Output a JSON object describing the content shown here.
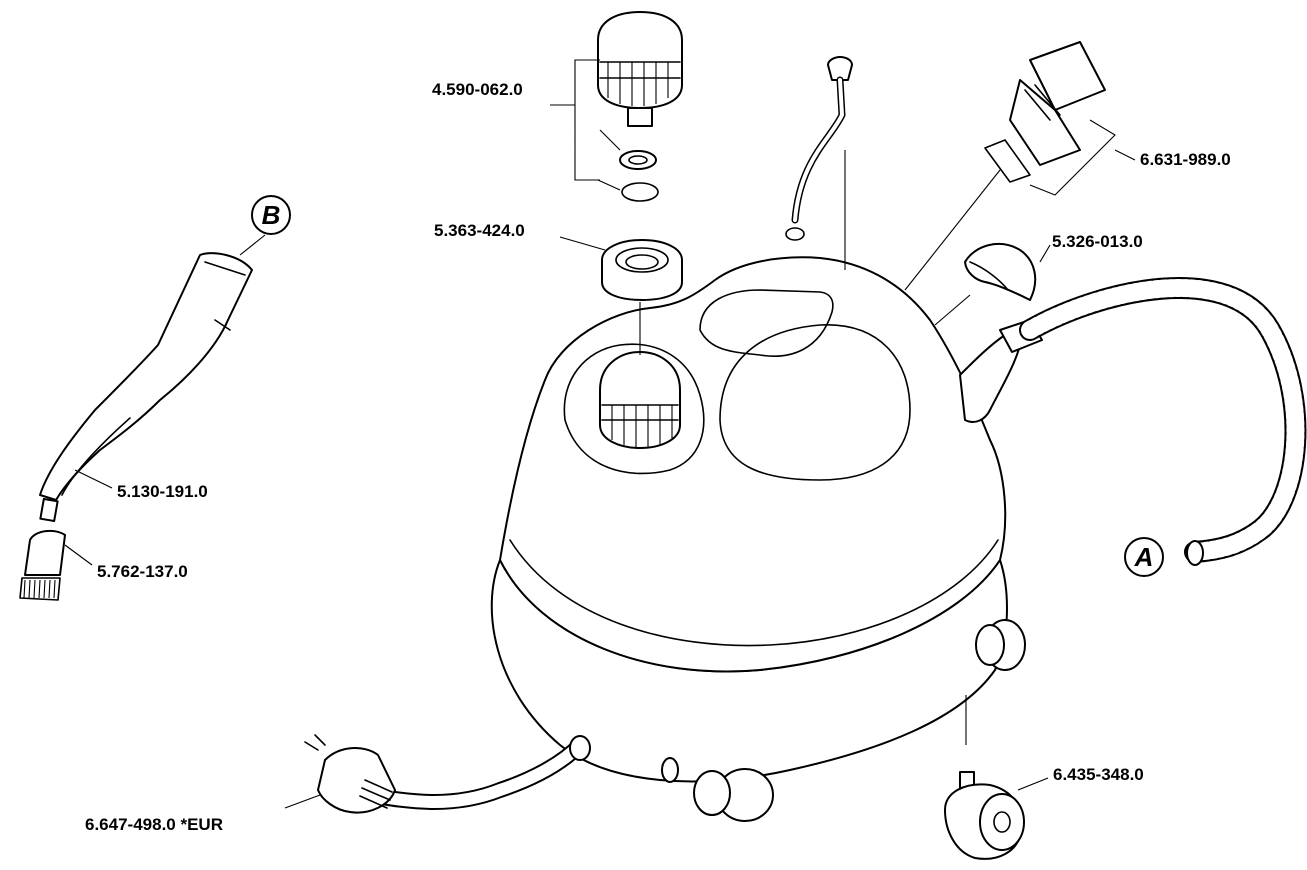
{
  "parts": {
    "cap": "4.590-062.0",
    "cap_seal": "5.363-424.0",
    "switch": "6.631-989.0",
    "cover": "5.326-013.0",
    "nozzle": "5.130-191.0",
    "brush": "5.762-137.0",
    "cable": "6.647-498.0  *EUR",
    "wheel": "6.435-348.0"
  },
  "callouts": {
    "a": "A",
    "b": "B"
  }
}
